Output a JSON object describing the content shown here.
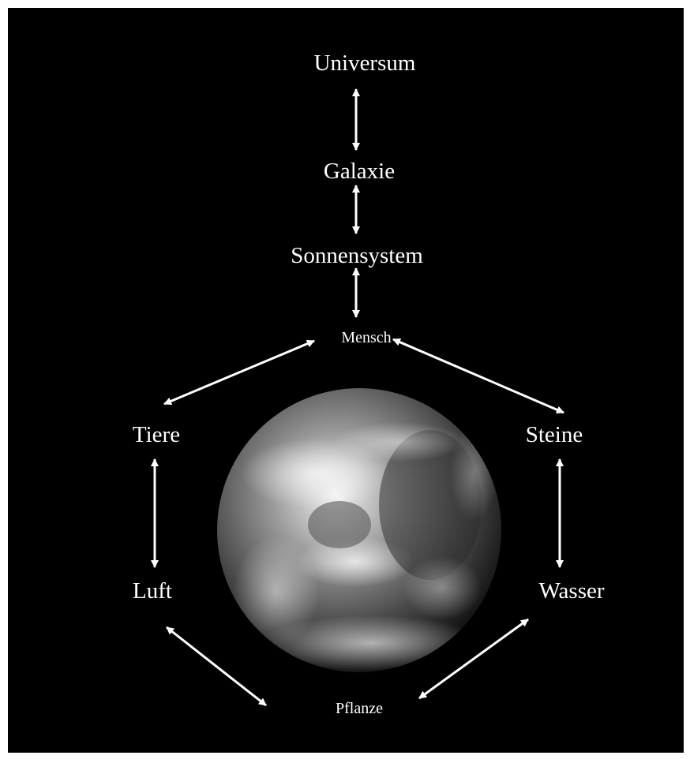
{
  "diagram": {
    "background_color": "#000000",
    "text_color": "#ffffff",
    "arrow_color": "#ffffff",
    "nodes": {
      "universe": "Universum",
      "galaxy": "Galaxie",
      "solar_system": "Sonnensystem",
      "human": "Mensch",
      "animals": "Tiere",
      "stones": "Steine",
      "air": "Luft",
      "water": "Wasser",
      "plant": "Pflanze"
    },
    "edges": [
      {
        "from": "universe",
        "to": "galaxy",
        "direction": "both"
      },
      {
        "from": "galaxy",
        "to": "solar_system",
        "direction": "both"
      },
      {
        "from": "solar_system",
        "to": "human",
        "direction": "both"
      },
      {
        "from": "human",
        "to": "animals",
        "direction": "both"
      },
      {
        "from": "human",
        "to": "stones",
        "direction": "both"
      },
      {
        "from": "animals",
        "to": "air",
        "direction": "both"
      },
      {
        "from": "stones",
        "to": "water",
        "direction": "both"
      },
      {
        "from": "air",
        "to": "plant",
        "direction": "both"
      },
      {
        "from": "water",
        "to": "plant",
        "direction": "both"
      }
    ],
    "center_image": "earth-globe"
  }
}
